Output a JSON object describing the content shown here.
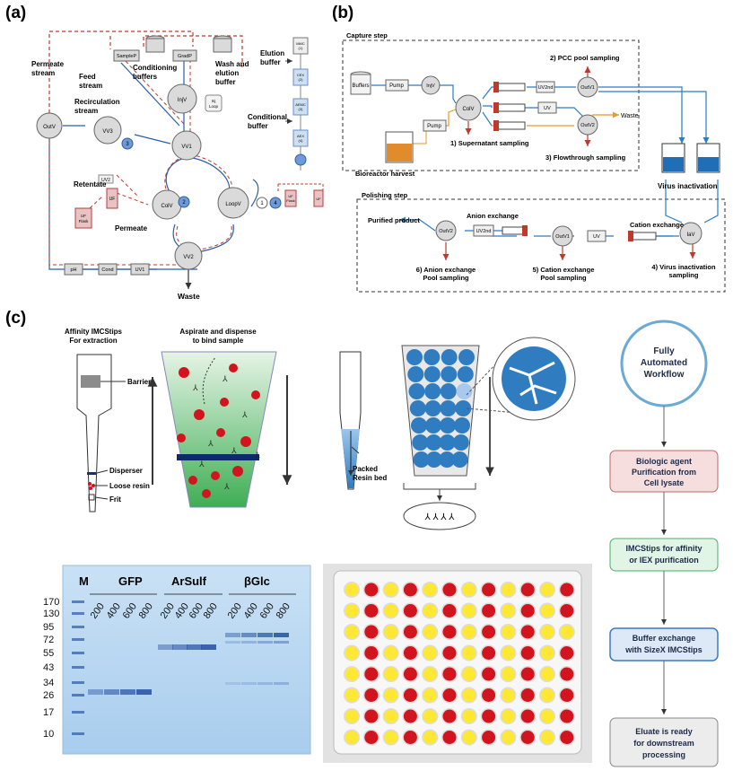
{
  "panels": {
    "a": "(a)",
    "b": "(b)",
    "c": "(c)"
  },
  "a": {
    "labels": {
      "permeate_stream": "Permeate stream",
      "feed_stream": "Feed stream",
      "recirculation_stream": "Recirculation stream",
      "conditioning_buffers": "Conditioning buffers",
      "wash_elution": "Wash and elution buffer",
      "retentate": "Retentate",
      "permeate": "Permeate",
      "waste": "Waste",
      "elution_buffer": "Elution buffer",
      "conditional_buffer": "Conditional buffer"
    },
    "nodes": {
      "outv": "OutV",
      "vv3": "VV3",
      "n3": "3",
      "samplep": "SampleP",
      "gradp": "GradP",
      "injv": "InjV",
      "inj_loop": "Inj Loop",
      "vv1": "VV1",
      "uv2": "UV2",
      "uf": "UF",
      "uf_flask": "UF Flask",
      "colv": "ColV",
      "n2": "2",
      "loopv": "LoopV",
      "n1": "1",
      "n4": "4",
      "vv2": "VV2",
      "ph": "pH",
      "cond": "Cond",
      "uv1": "UV1"
    },
    "column_stack": [
      "MMC (1)",
      "CEX (2)",
      "AEMC (3)",
      "AEX (4)"
    ],
    "mini_uf": "UF Flask",
    "mini_uf2": "UF"
  },
  "b": {
    "capture_step": "Capture step",
    "polishing_step": "Polishing step",
    "buffers": "Buffers",
    "pump": "Pump",
    "pump2": "Pump",
    "injv": "InjV",
    "colv": "ColV",
    "uv2nd": "UV2nd",
    "uv": "UV",
    "outv1": "OutV1",
    "outv2": "OutV2",
    "waste": "Waste",
    "bioreactor": "Bioreactor harvest",
    "s1": "1) Supernatant sampling",
    "s2": "2) PCC pool sampling",
    "s3": "3) Flowthrough sampling",
    "virus_inactivation": "Virus inactivation",
    "iav": "IaV",
    "cation_exchange": "Cation exchange",
    "anion_exchange": "Anion exchange",
    "purified_product": "Purified product",
    "p_outv2": "OutV2",
    "p_uv2nd": "UV2nd",
    "p_outv1": "OutV1",
    "p_uv": "UV",
    "s4": "4) Virus inactivation sampling",
    "s5": "5) Cation exchange Pool sampling",
    "s6": "6) Anion exchange Pool sampling"
  },
  "c": {
    "tip_title": "Affinity IMCStips For extraction",
    "aspirate": "Aspirate and dispense to bind sample",
    "barrier": "Barrier",
    "disperser": "Disperser",
    "loose_resin": "Loose resin",
    "frit": "Frit",
    "packed_resin": "Packed Resin bed",
    "workflow": [
      "Fully Automated Workflow",
      "Biologic agent Purification from Cell lysate",
      "IMCStips for affinity or IEX purification",
      "Buffer exchange with SizeX IMCStips",
      "Eluate is ready for downstream processing"
    ],
    "gel": {
      "marker_label": "M",
      "groups": [
        "GFP",
        "ArSulf",
        "βGlc"
      ],
      "lane_labels": [
        "200",
        "400",
        "600",
        "800"
      ],
      "mw": [
        "170",
        "130",
        "95",
        "72",
        "55",
        "43",
        "34",
        "26",
        "17",
        "10"
      ]
    },
    "plate": {
      "rows": 8,
      "cols": 12,
      "red_cols": [
        1,
        3,
        5,
        7,
        9,
        11
      ]
    },
    "colors": {
      "red": "#d2141e",
      "yellow": "#ffe833",
      "resin_blue": "#2f7cc0",
      "gel_blue": "#b9d8f1"
    }
  }
}
